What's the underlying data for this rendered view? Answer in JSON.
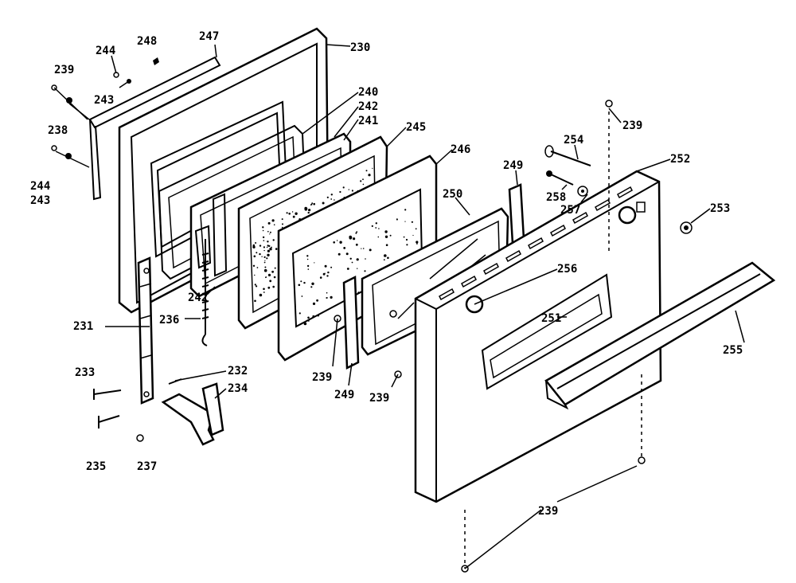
{
  "diagram": {
    "labels": {
      "p230": "230",
      "p231": "231",
      "p232": "232",
      "p233": "233",
      "p234": "234",
      "p235": "235",
      "p236": "236",
      "p237": "237",
      "p238": "238",
      "p239_a": "239",
      "p239_b": "239",
      "p239_c": "239",
      "p239_d": "239",
      "p239_e": "239",
      "p240": "240",
      "p241": "241",
      "p242_a": "242",
      "p242_b": "242",
      "p243_a": "243",
      "p243_b": "243",
      "p244_a": "244",
      "p244_b": "244",
      "p245": "245",
      "p246": "246",
      "p247": "247",
      "p248": "248",
      "p249_a": "249",
      "p249_b": "249",
      "p250": "250",
      "p251": "251",
      "p252": "252",
      "p253": "253",
      "p254": "254",
      "p255": "255",
      "p256": "256",
      "p257": "257",
      "p258": "258"
    }
  }
}
